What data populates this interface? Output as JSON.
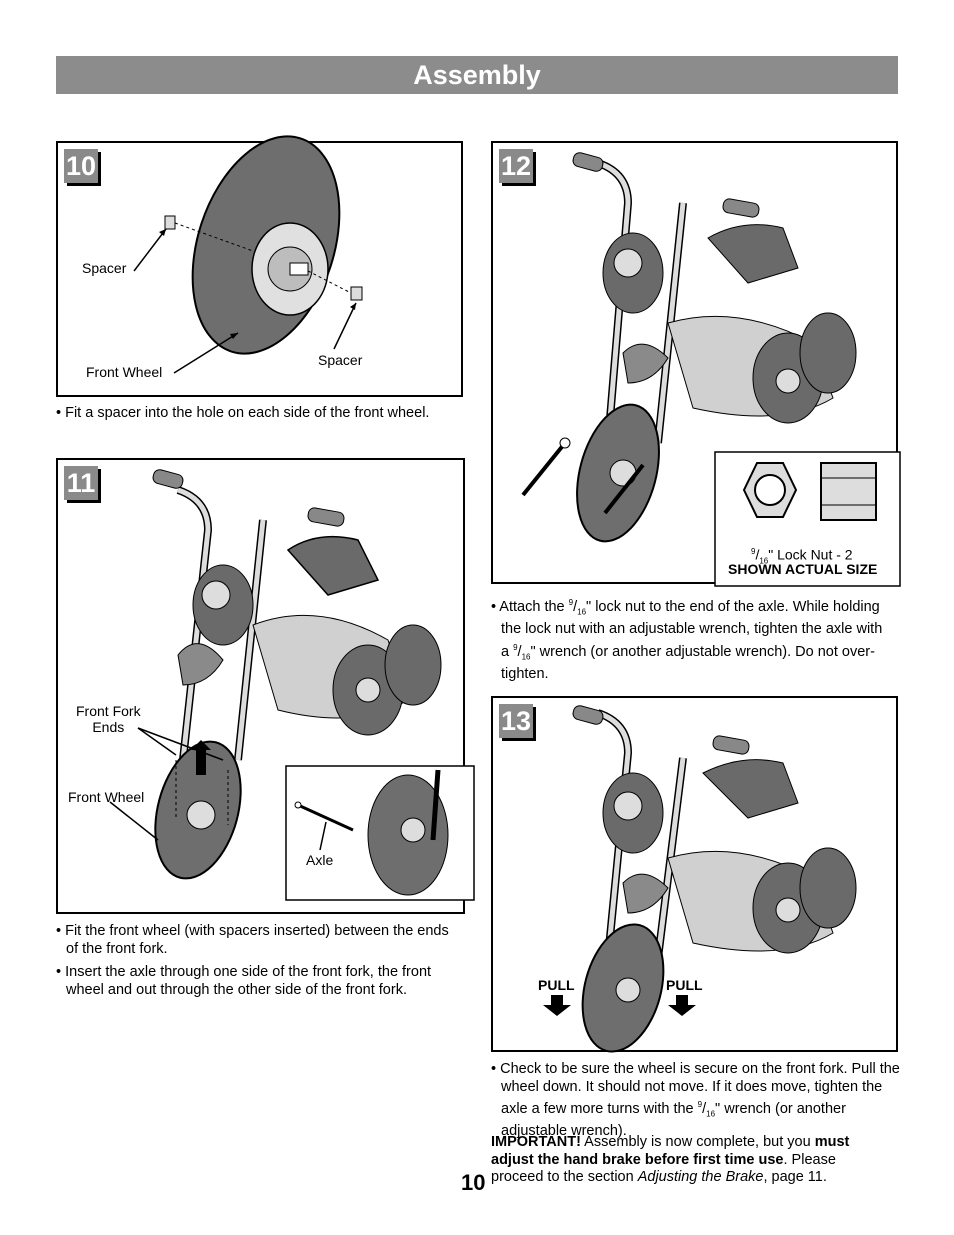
{
  "header": {
    "title": "Assembly"
  },
  "step10": {
    "number": "10",
    "labels": {
      "spacer_left": "Spacer",
      "spacer_right": "Spacer",
      "front_wheel": "Front Wheel"
    },
    "instruction": "• Fit a spacer into the hole on each side of the front wheel."
  },
  "step11": {
    "number": "11",
    "labels": {
      "fork_ends_line1": "Front Fork",
      "fork_ends_line2": "Ends",
      "front_wheel": "Front Wheel",
      "axle": "Axle"
    },
    "instructions": [
      "• Fit the front wheel (with spacers inserted) between the ends of the front fork.",
      "• Insert the axle through one side of the front fork, the front wheel and out through the other side of the front fork."
    ]
  },
  "step12": {
    "number": "12",
    "lock_nut_label": "Lock Nut - 2",
    "lock_nut_size_num": "9",
    "lock_nut_size_den": "16",
    "shown_actual_size": "SHOWN ACTUAL SIZE",
    "instruction_a": "• Attach the ",
    "instruction_b": "\" lock nut to the end of the axle. While holding the lock nut with an adjustable wrench, tighten the axle with a ",
    "instruction_c": "\" wrench (or another adjustable wrench). Do not over-tighten."
  },
  "step13": {
    "number": "13",
    "pull_left": "PULL",
    "pull_right": "PULL",
    "instruction_a": "• Check to be sure the wheel is secure on the front fork. Pull the wheel down. It should not move. If it does move, tighten the axle a few more turns with the ",
    "instruction_b": "\" wrench (or another adjustable wrench).",
    "important_label": "IMPORTANT!",
    "important_text_a": " Assembly is now complete, but you ",
    "important_bold": "must adjust the hand brake before first time use",
    "important_text_b": ". Please proceed to the section ",
    "important_italic": "Adjusting the Brake",
    "important_text_c": ", page 11."
  },
  "page_number": "10"
}
